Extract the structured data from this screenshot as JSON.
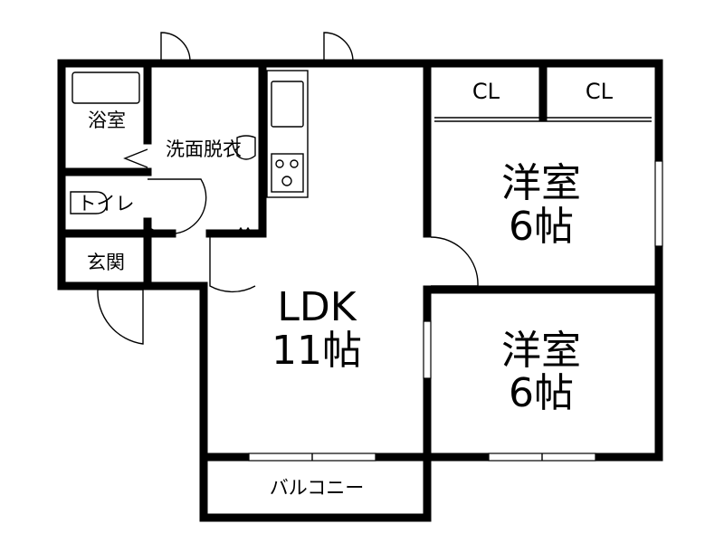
{
  "rooms": {
    "bath": "浴室",
    "washroom": "洗面脱衣",
    "toilet": "トイレ",
    "entrance": "玄関",
    "ldk_name": "LDK",
    "ldk_size": "11帖",
    "western1_name": "洋室",
    "western1_size": "6帖",
    "western2_name": "洋室",
    "western2_size": "6帖",
    "closet1": "CL",
    "closet2": "CL",
    "balcony": "バルコニー"
  }
}
